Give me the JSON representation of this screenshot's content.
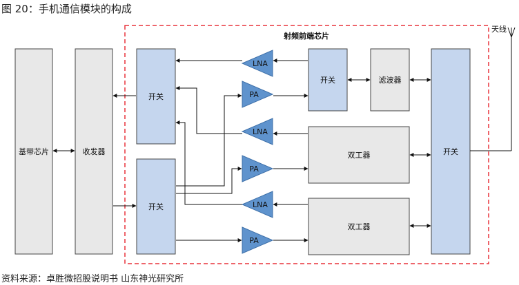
{
  "caption": "图 20：手机通信模块的构成",
  "source": "资料来源：卓胜微招股说明书  山东神光研究所",
  "colors": {
    "gray_box": "#e8e8e8",
    "blue_box": "#c5d6ee",
    "tri_fill": "#5f93cd",
    "dashed_border": "#e8323a"
  },
  "blocks": {
    "baseband": "基带芯片",
    "transceiver": "收发器",
    "switch_top": "开关",
    "switch_bottom": "开关",
    "rffe_title": "射频前端芯片",
    "switch_inner": "开关",
    "filter": "滤波器",
    "duplexer_1": "双工器",
    "duplexer_2": "双工器",
    "switch_antenna": "开关",
    "antenna": "天线"
  },
  "amps": {
    "lna1": "LNA",
    "pa1": "PA",
    "lna2": "LNA",
    "pa2": "PA",
    "lna3": "LNA",
    "pa3": "PA"
  }
}
